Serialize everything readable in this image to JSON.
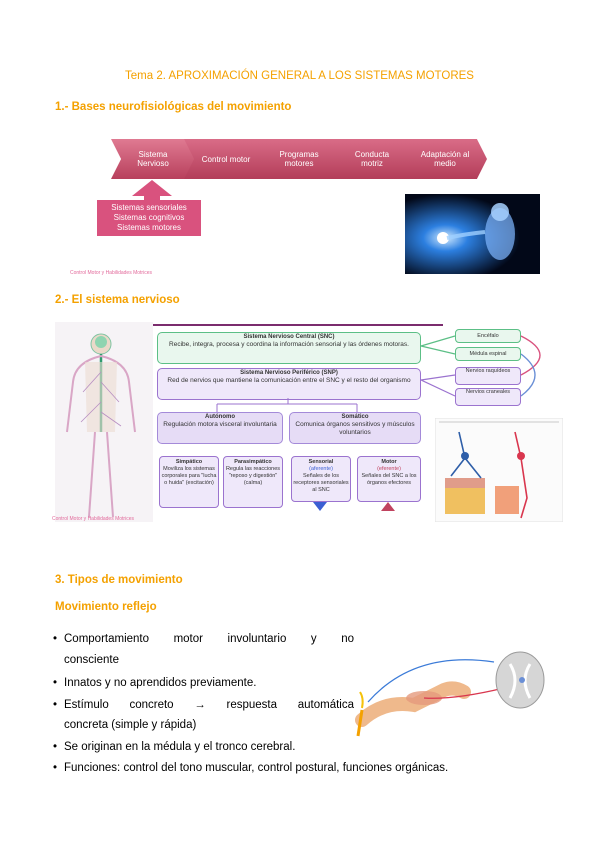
{
  "title": "Tema 2. APROXIMACIÓN GENERAL A LOS SISTEMAS MOTORES",
  "section1": {
    "heading": "1.- Bases neurofisiológicas del movimiento",
    "chevrons": [
      "Sistema Nervioso",
      "Control motor",
      "Programas motores",
      "Conducta motriz",
      "Adaptación al medio"
    ],
    "box_lines": [
      "Sistemas sensoriales",
      "Sistemas cognitivos",
      "Sistemas motores"
    ],
    "caption": "Control Motor y Habilidades Motrices"
  },
  "section2": {
    "heading": "2.- El sistema nervioso",
    "snc_title": "Sistema Nervioso Central (SNC)",
    "snc_text": "Recibe, integra, procesa y coordina la información sensorial y las órdenes motoras.",
    "snp_title": "Sistema Nervioso Periférico (SNP)",
    "snp_text": "Red de nervios que mantiene la comunicación entre el SNC y el resto del organismo",
    "right_boxes": [
      "Encéfalo",
      "Médula espinal",
      "Nervios raquídeos",
      "Nervios craneales"
    ],
    "autonomo_title": "Autónomo",
    "autonomo_text": "Regulación motora visceral involuntaria",
    "somatico_title": "Somático",
    "somatico_text": "Comunica órganos sensitivos y músculos voluntarios",
    "simpatico_title": "Simpático",
    "simpatico_text": "Moviliza los sistemas corporales para \"lucha o huida\" (excitación)",
    "parasimpatico_title": "Parasimpático",
    "parasimpatico_text": "Regula las reacciones \"reposo y digestión\" (calma)",
    "sensorial_title": "Sensorial",
    "sensorial_sub": "(aferente)",
    "sensorial_text": "Señales de los receptores sensoriales al SNC",
    "motor_title": "Motor",
    "motor_sub": "(eferente)",
    "motor_text": "Señales del SNC a los órganos efectores",
    "caption": "Control Motor y Habilidades Motrices"
  },
  "section3": {
    "heading": "3. Tipos de movimiento",
    "subheading": "Movimiento reflejo",
    "bullets": [
      "Comportamiento motor involuntario y no",
      "consciente",
      "Innatos y no aprendidos previamente.",
      "Estímulo concreto → respuesta automática",
      "concreta (simple y rápida)",
      "Se originan en la médula y el tronco cerebral.",
      "Funciones: control del tono muscular, control postural, funciones orgánicas."
    ]
  },
  "colors": {
    "accent": "#f4a100",
    "chevron": "#c0435f",
    "pink": "#d9527e"
  }
}
